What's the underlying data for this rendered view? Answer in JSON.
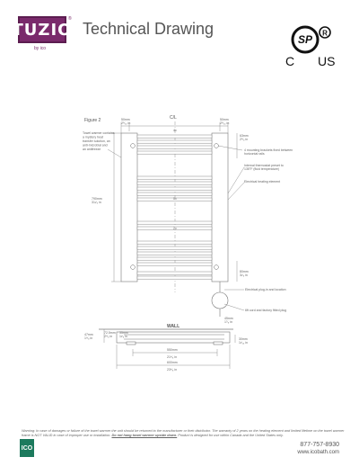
{
  "header": {
    "logo_text": "TUZIO",
    "logo_reg": "®",
    "logo_sub": "by ico",
    "title": "Technical Drawing",
    "cert": {
      "mark": "SP",
      "left": "C",
      "right": "US",
      "reg": "R"
    }
  },
  "drawing": {
    "figure_label": "Figure 2",
    "centerline": "C/L",
    "note_left": [
      "Towel warmer contains",
      "a mystery heat",
      "transfer solution, an",
      "anti-microbial and",
      "an antifreeze"
    ],
    "dim_top_left": [
      "50mm",
      "2⁵⁄₁₆ in"
    ],
    "dim_top_right": [
      "50mm",
      "2⁵⁄₁₆ in"
    ],
    "dim_right_top": [
      "63mm",
      "2⁵⁄₈ in"
    ],
    "note_brackets": [
      "4 mounting brackets fixed between",
      "horizontal rails"
    ],
    "note_thermostat": [
      "Internal thermostat preset to",
      "135°F (fluid temperature)"
    ],
    "note_element": "Electrical heating element",
    "dim_height": [
      "790mm",
      "31¹⁄₈ in"
    ],
    "label_4x": "4x",
    "label_5x": "5x",
    "label_2x": "2x",
    "dim_right_bottom": [
      "80mm",
      "3¹⁄₈ in"
    ],
    "note_plugin": "Electrical plug-in and location",
    "note_cord": "6ft cord and factory fitted plug",
    "wall_label": "WALL",
    "dim_side_1": [
      "47mm",
      "1⁸⁄₈ in"
    ],
    "dim_side_2": [
      "72.5mm",
      "2⁸⁄₈ in"
    ],
    "dim_side_3": [
      "35mm",
      "1³⁄₈ in"
    ],
    "dim_side_4": [
      "45mm",
      "1⁷⁄₈ in"
    ],
    "dim_side_5": [
      "30mm",
      "1³⁄₁₆ in"
    ],
    "dim_width_inner": [
      "550mm",
      "21⁶⁄₈ in"
    ],
    "dim_width_outer": [
      "600mm",
      "23⁶⁄₈ in"
    ]
  },
  "footer": {
    "warning_pre": "Warning: In case of damages or failure of the towel warmer the unit should be returned to the manufacturer or their distributor. The warranty of 2 years on the heating element and limited lifetime on the towel warmer frame is NOT VALID in case of improper use or installation. ",
    "warning_bold": "Do not hang towel warmer upside down.",
    "warning_post": " Product is designed for use within Canada and the United States only.",
    "logo_text": "ICO",
    "phone": "877-757-8930",
    "web": "www.icobath.com"
  },
  "colors": {
    "brand_purple": "#7a2a6b",
    "footer_green": "#1c7a5d",
    "line": "#777777"
  }
}
